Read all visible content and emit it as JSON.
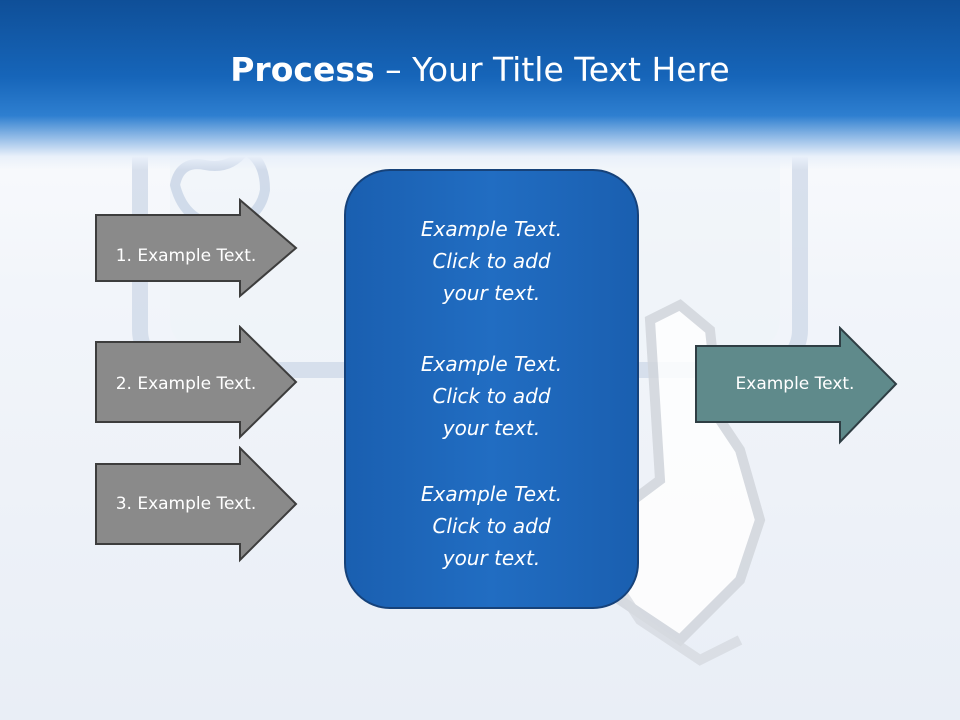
{
  "title": {
    "bold": "Process",
    "rest": " – Your Title Text Here"
  },
  "inputs": [
    {
      "label": "1. Example Text."
    },
    {
      "label": "2. Example Text."
    },
    {
      "label": "3. Example Text."
    }
  ],
  "center": [
    {
      "text": "Example Text.\nClick  to add\nyour text."
    },
    {
      "text": "Example Text.\nClick  to add\nyour text."
    },
    {
      "text": "Example Text.\nClick  to add\nyour text."
    }
  ],
  "output": {
    "label": "Example Text."
  },
  "colors": {
    "header": "#1665b9",
    "input_arrow": "#8a8a8a",
    "center_box": "#1e68bc",
    "output_arrow": "#5f8a8b"
  },
  "icons": {
    "background": "like-button-cursor-image"
  }
}
